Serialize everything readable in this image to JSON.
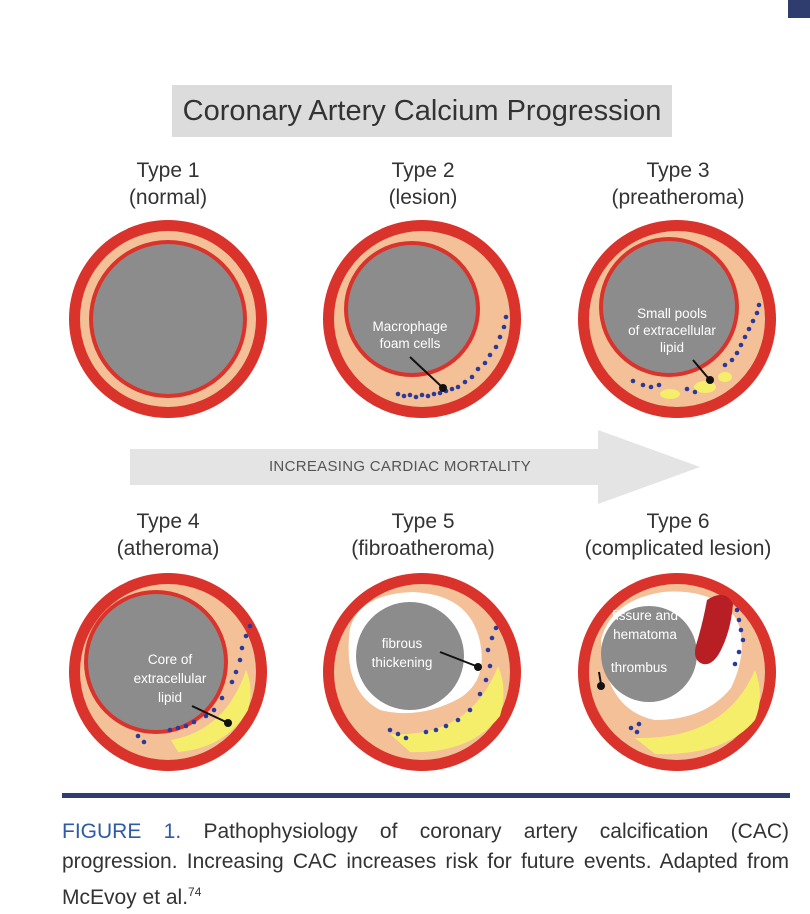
{
  "title": "Coronary Artery Calcium Progression",
  "types": [
    {
      "name": "Type 1",
      "desc": "(normal)"
    },
    {
      "name": "Type 2",
      "desc": "(lesion)"
    },
    {
      "name": "Type 3",
      "desc": "(preatheroma)"
    },
    {
      "name": "Type 4",
      "desc": "(atheroma)"
    },
    {
      "name": "Type 5",
      "desc": "(fibroatheroma)"
    },
    {
      "name": "Type 6",
      "desc": "(complicated lesion)"
    }
  ],
  "annotations": {
    "macrophage": [
      "Macrophage",
      "foam cells"
    ],
    "small_pools": [
      "Small pools",
      "of extracellular",
      "lipid"
    ],
    "core_lipid": [
      "Core of",
      "extracellular",
      "lipid"
    ],
    "fibrous": [
      "fibrous",
      "thickening"
    ],
    "fissure": [
      "fissure and",
      "hematoma"
    ],
    "thrombus": "thrombus"
  },
  "arrow_label": "INCREASING CARDIAC MORTALITY",
  "caption": {
    "figure_label": "FIGURE 1.",
    "text": " Pathophysiology of coronary artery calcification (CAC) progression. Increasing CAC increases risk for future events. Adapted from McEvoy et al.",
    "ref": "74"
  },
  "colors": {
    "artery_red": "#d9332b",
    "intima_peach": "#f3c098",
    "lumen_gray": "#8c8c8c",
    "foam_blue": "#2b3a9a",
    "lipid_yellow": "#f4ee6a",
    "hematoma_red": "#b81f24",
    "accent_navy": "#2f3d6e"
  }
}
